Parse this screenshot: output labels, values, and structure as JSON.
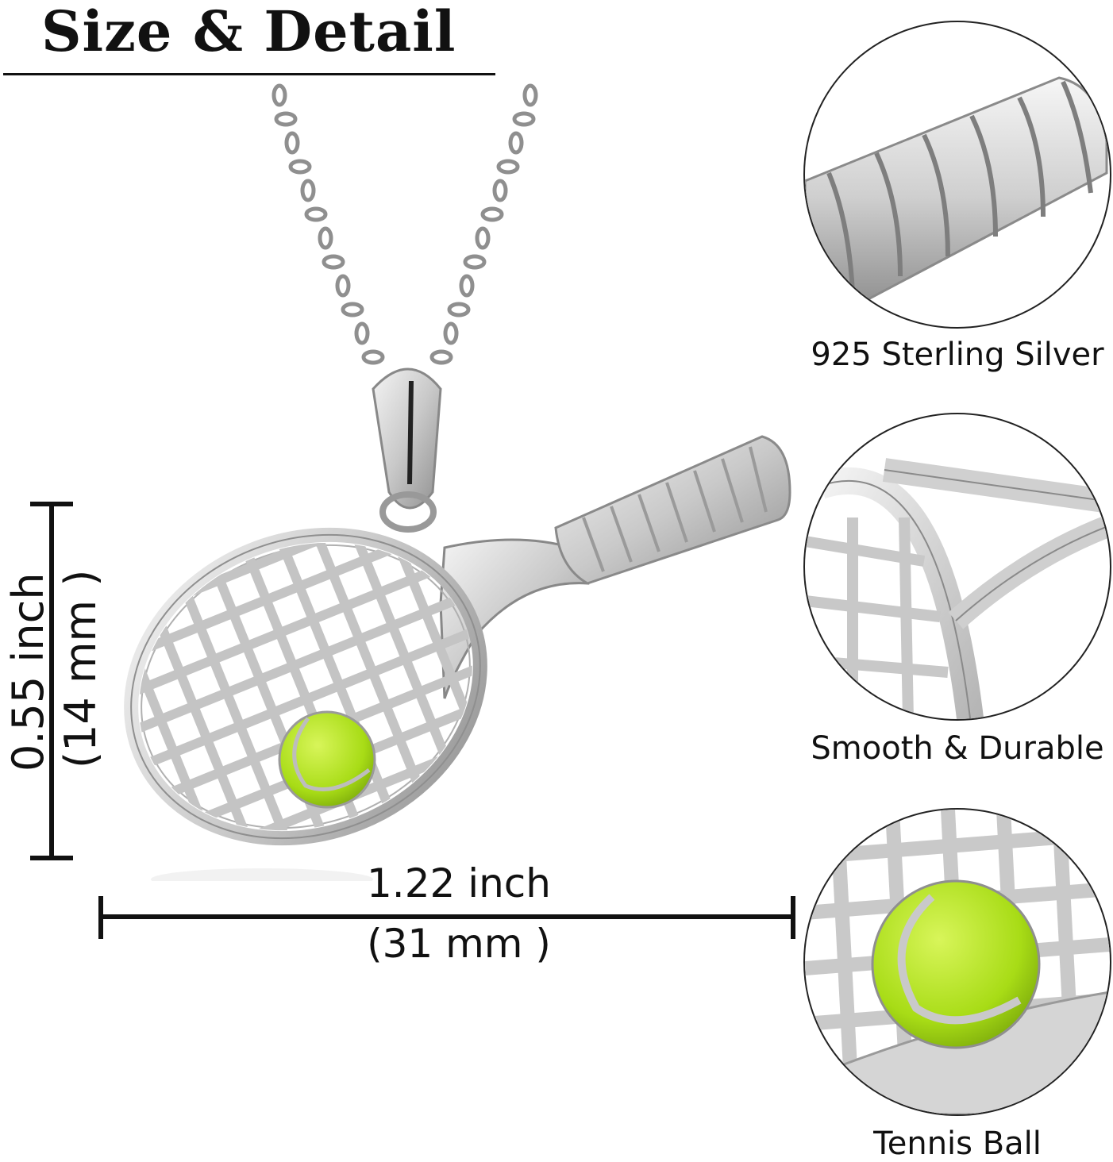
{
  "header": {
    "title": "Size & Detail"
  },
  "dimensions": {
    "height_inch": "0.55 inch",
    "height_mm": "(14 mm )",
    "width_inch": "1.22 inch",
    "width_mm": "(31 mm )"
  },
  "details": [
    {
      "label": "925 Sterling Silver",
      "icon": "racket-grip-closeup"
    },
    {
      "label": "Smooth & Durable",
      "icon": "racket-frame-closeup"
    },
    {
      "label": "Tennis Ball",
      "icon": "tennis-ball-closeup"
    }
  ],
  "colors": {
    "silver": "#d9d9d9",
    "silver_dark": "#9a9a9a",
    "ball_green": "#b5e61d",
    "ball_dark": "#8cc20f",
    "text": "#111111"
  }
}
